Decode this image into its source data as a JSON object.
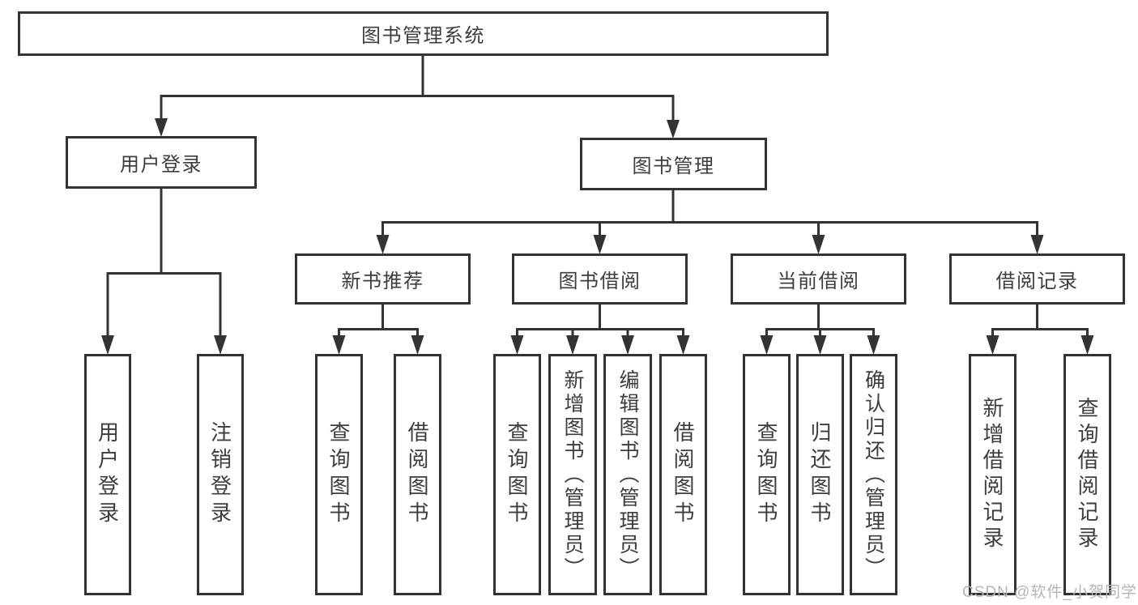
{
  "nodes": {
    "root": "图书管理系统",
    "level2": {
      "user_login": "用户登录",
      "book_management": "图书管理"
    },
    "level3": {
      "new_book_recommend": "新书推荐",
      "book_borrow": "图书借阅",
      "current_borrow": "当前借阅",
      "borrow_records": "借阅记录"
    },
    "leaves": {
      "user_login": [
        "用户登录",
        "注销登录"
      ],
      "new_book_recommend": [
        "查询图书",
        "借阅图书"
      ],
      "book_borrow": [
        "查询图书",
        "新增图书（管理员）",
        "编辑图书（管理员）",
        "借阅图书"
      ],
      "current_borrow": [
        "查询图书",
        "归还图书",
        "确认归还（管理员）"
      ],
      "borrow_records": [
        "新增借阅记录",
        "查询借阅记录"
      ]
    }
  },
  "watermark": "CSDN @软件_小贺同学",
  "colors": {
    "line": "#333333",
    "text": "#3d3d3d",
    "watermark": "#b5b5b5",
    "background": "#ffffff"
  }
}
